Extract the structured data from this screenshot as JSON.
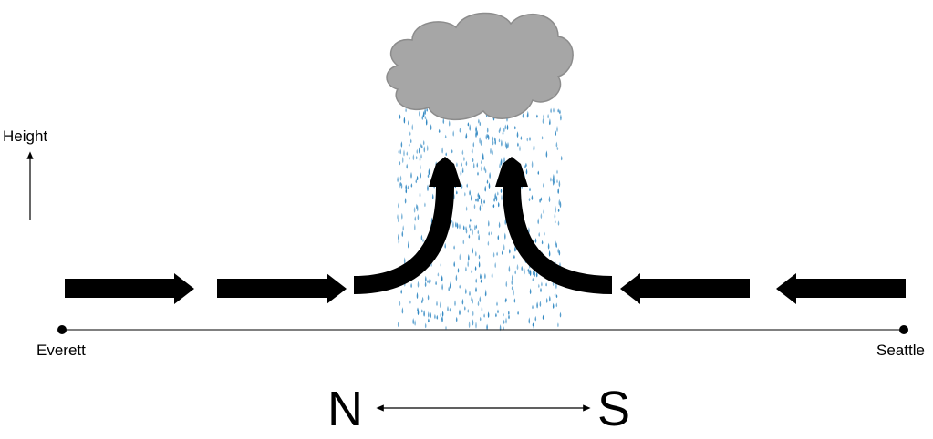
{
  "axis": {
    "height_label": "Height"
  },
  "locations": {
    "left": "Everett",
    "right": "Seattle"
  },
  "direction": {
    "north": "N",
    "south": "S"
  },
  "colors": {
    "arrow": "#000000",
    "cloud_fill": "#a6a6a6",
    "cloud_edge": "#8c8c8c",
    "rain": "#2e86c1",
    "ground_line": "#000000"
  },
  "icons": {
    "cloud": "cloud-icon",
    "rain": "rain-icon"
  }
}
